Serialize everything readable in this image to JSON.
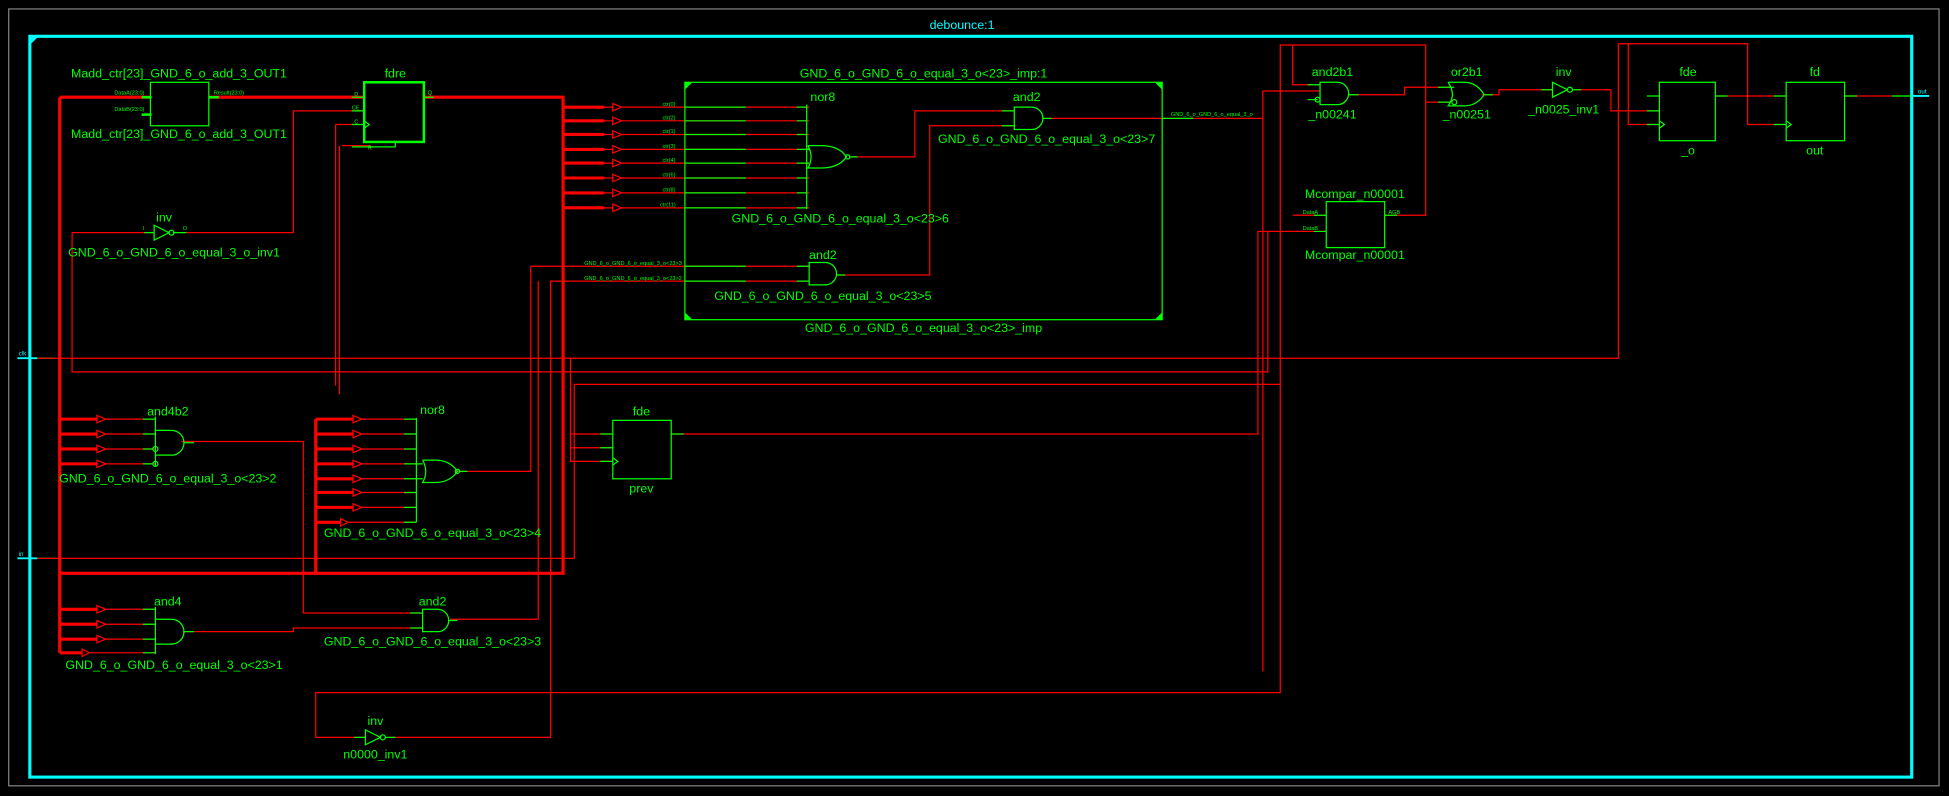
{
  "title": "debounce:1",
  "colors": {
    "background": "#000000",
    "frame": "#00ffff",
    "instance": "#00ff00",
    "net": "#ff0000"
  },
  "ports": {
    "clk": "clk",
    "in": "in",
    "out": "out"
  },
  "madd": {
    "name": "Madd_ctr[23]_GND_6_o_add_3_OUT1",
    "inst": "Madd_ctr[23]_GND_6_o_add_3_OUT1",
    "pin_a": "DataA(23:0)",
    "pin_b": "DataB(23:0)",
    "pin_r": "Result(23:0)"
  },
  "fdre": {
    "type": "fdre",
    "pins": {
      "d": "D",
      "ce": "CE",
      "c": "C",
      "r": "R",
      "q": "Q"
    }
  },
  "inv_top": {
    "type": "inv",
    "name": "GND_6_o_GND_6_o_equal_3_o_inv1",
    "pin_i": "I",
    "pin_o": "O"
  },
  "imp": {
    "title": "GND_6_o_GND_6_o_equal_3_o<23>_imp:1",
    "name": "GND_6_o_GND_6_o_equal_3_o<23>_imp",
    "inputs": [
      "ctr(0)",
      "ctr(2)",
      "ctr(1)",
      "ctr(3)",
      "ctr(4)",
      "ctr(6)",
      "ctr(8)",
      "ctr(11)"
    ],
    "inputs2": [
      "GND_6_o_GND_6_o_equal_3_o<23>3",
      "GND_6_o_GND_6_o_equal_3_o<23>2"
    ],
    "output_net": "GND_6_o_GND_6_o_equal_3_o",
    "nor8": {
      "type": "nor8",
      "name": "GND_6_o_GND_6_o_equal_3_o<23>6"
    },
    "and2a": {
      "type": "and2",
      "name": "GND_6_o_GND_6_o_equal_3_o<23>7"
    },
    "and2b": {
      "type": "and2",
      "name": "GND_6_o_GND_6_o_equal_3_o<23>5"
    }
  },
  "and2b1": {
    "type": "and2b1",
    "name": "_n00241"
  },
  "or2b1": {
    "type": "or2b1",
    "name": "_n00251"
  },
  "inv_mid": {
    "type": "inv",
    "name": "_n0025_inv1"
  },
  "fde_o": {
    "type": "fde",
    "name": "_o"
  },
  "fd_out": {
    "type": "fd",
    "name": "out"
  },
  "mcompar": {
    "name": "Mcompar_n00001",
    "inst": "Mcompar_n00001",
    "pin_a": "DataA",
    "pin_b": "DataB",
    "pin_o": "AGB"
  },
  "and4b2": {
    "type": "and4b2",
    "name": "GND_6_o_GND_6_o_equal_3_o<23>2"
  },
  "nor8_low": {
    "type": "nor8",
    "name": "GND_6_o_GND_6_o_equal_3_o<23>4"
  },
  "fde_prev": {
    "type": "fde",
    "name": "prev"
  },
  "and4": {
    "type": "and4",
    "name": "GND_6_o_GND_6_o_equal_3_o<23>1"
  },
  "and2_low": {
    "type": "and2",
    "name": "GND_6_o_GND_6_o_equal_3_o<23>3"
  },
  "inv_low": {
    "type": "inv",
    "name": "n0000_inv1"
  }
}
